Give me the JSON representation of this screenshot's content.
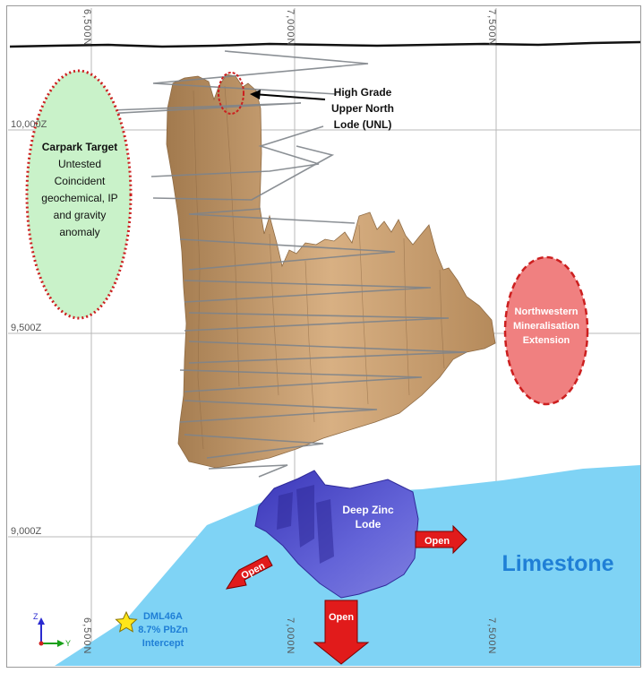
{
  "grid": {
    "x_labels": [
      "6,500N",
      "7,000N",
      "7,500N"
    ],
    "y_labels": [
      "10,000Z",
      "9,500Z",
      "9,000Z"
    ]
  },
  "axis_triad": {
    "z_label": "Z",
    "y_label": "Y"
  },
  "labels": {
    "upper_north_lode": [
      "High Grade",
      "Upper North",
      "Lode (UNL)"
    ],
    "carpark_title": "Carpark Target",
    "carpark_body": [
      "Untested",
      "Coincident",
      "geochemical, IP",
      "and gravity",
      "anomaly"
    ],
    "northwestern": [
      "Northwestern",
      "Mineralisation",
      "Extension"
    ],
    "deep_zinc": [
      "Deep Zinc",
      "Lode"
    ],
    "limestone": "Limestone",
    "open_right": "Open",
    "open_left": "Open",
    "open_down": "Open",
    "dml46a": [
      "DML46A",
      "8.7% PbZn",
      "Intercept"
    ]
  },
  "colors": {
    "limestone": "#7fd3f5",
    "orebody": "#c9a070",
    "deep_zinc": "#5a5ad2",
    "arrow": "#e11b1b",
    "carpark_fill": "#c9f2c9",
    "northwestern_fill": "#f08080",
    "label_blue": "#1f7fd6"
  }
}
